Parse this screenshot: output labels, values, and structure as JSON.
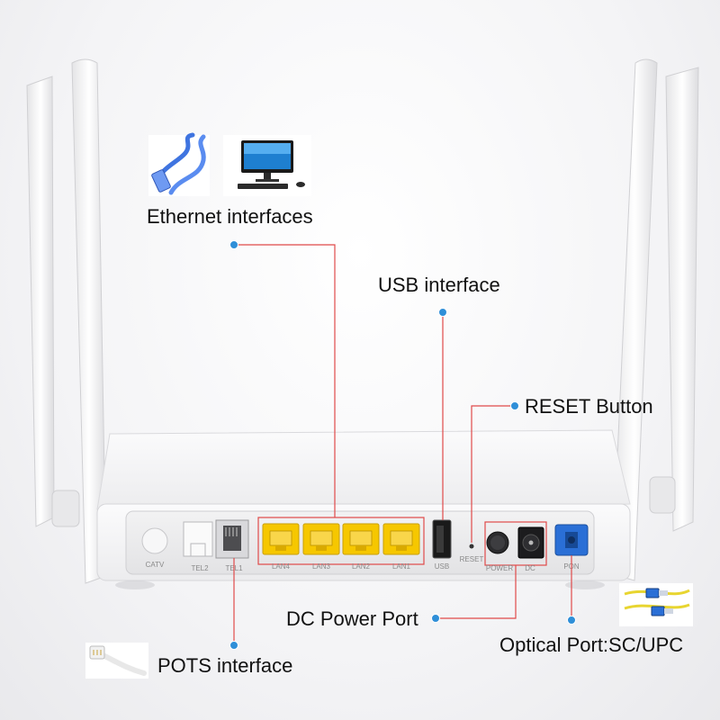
{
  "callouts": {
    "ethernet": "Ethernet interfaces",
    "usb": "USB interface",
    "reset": "RESET Button",
    "dc": "DC Power Port",
    "optical": "Optical Port:SC/UPC",
    "pots": "POTS interface"
  },
  "ports": {
    "catv": "CATV",
    "tel2": "TEL2",
    "tel1": "TEL1",
    "lan4": "LAN4",
    "lan3": "LAN3",
    "lan2": "LAN2",
    "lan1": "LAN1",
    "usb": "USB",
    "reset": "RESET",
    "power": "POWER",
    "dc": "DC",
    "pon": "PON"
  },
  "colors": {
    "leader_line": "#e04a4a",
    "dot": "#2f8fd8",
    "lan_port": "#f6c700",
    "pon_port": "#2a6fd6"
  },
  "icons": {
    "ethernet": [
      "ethernet-cable-icon",
      "desktop-computer-icon"
    ],
    "optical": "fiber-patch-cord-icon",
    "pots": "phone-cord-icon"
  }
}
